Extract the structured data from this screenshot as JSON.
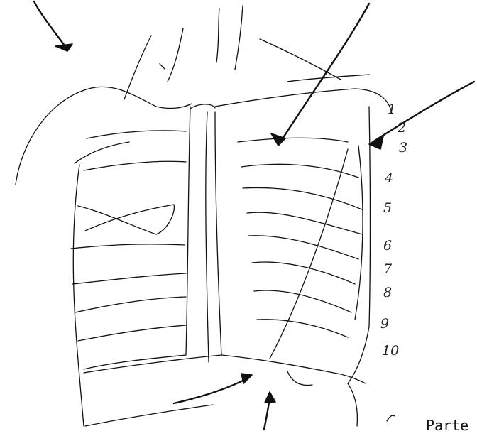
{
  "caption": "Parte inferior de",
  "rib_numbers": [
    "1",
    "2",
    "3",
    "4",
    "5",
    "6",
    "7",
    "8",
    "9",
    "10"
  ]
}
